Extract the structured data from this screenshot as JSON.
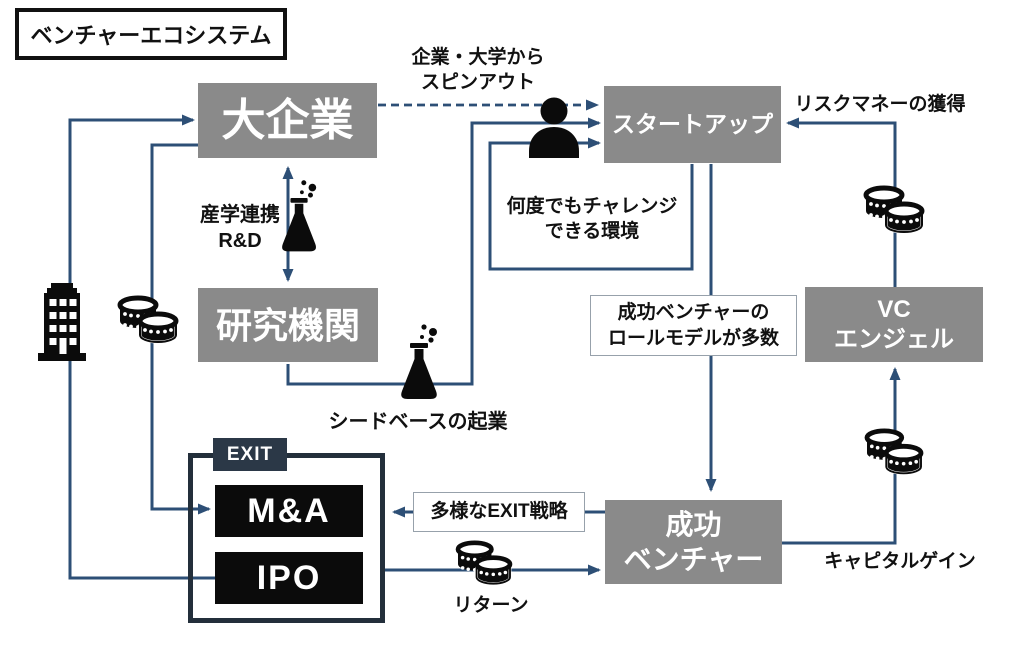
{
  "title": "ベンチャーエコシステム",
  "colors": {
    "gray_box": "#8a8a8a",
    "gray_box_text": "#ffffff",
    "line": "#2d4f76",
    "black_box": "#0b0b0b",
    "exit_frame": "#232f3b",
    "exit_tab": "#2b3847",
    "label_ink": "#111111",
    "whitebox_border": "#97a1ab"
  },
  "nodes": {
    "large_company": "大企業",
    "research_institute": "研究機関",
    "startup": "スタートアップ",
    "vc_angel": [
      "VC",
      "エンジェル"
    ],
    "success_venture": [
      "成功",
      "ベンチャー"
    ],
    "exit_tab": "EXIT",
    "ma": "M&A",
    "ipo": "IPO"
  },
  "labels": {
    "spinout": [
      "企業・大学から",
      "スピンアウト"
    ],
    "risk_money": "リスクマネーの獲得",
    "industry_academia": [
      "産学連携",
      "R&D"
    ],
    "challenge": [
      "何度でもチャレンジ",
      "できる環境"
    ],
    "role_model": [
      "成功ベンチャーの",
      "ロールモデルが多数"
    ],
    "seed_base": "シードベースの起業",
    "exit_strategy": "多様なEXIT戦略",
    "return": "リターン",
    "capital_gain": "キャピタルゲイン"
  },
  "icons": {
    "flask_rd": "flask-icon",
    "flask_seed": "flask-icon",
    "person": "person-icon",
    "building": "building-icon",
    "coins_research": "coin-stack-icon",
    "coins_risk_money": "coin-stack-icon",
    "coins_capital_gain": "coin-stack-icon",
    "coins_return": "coin-stack-icon"
  }
}
